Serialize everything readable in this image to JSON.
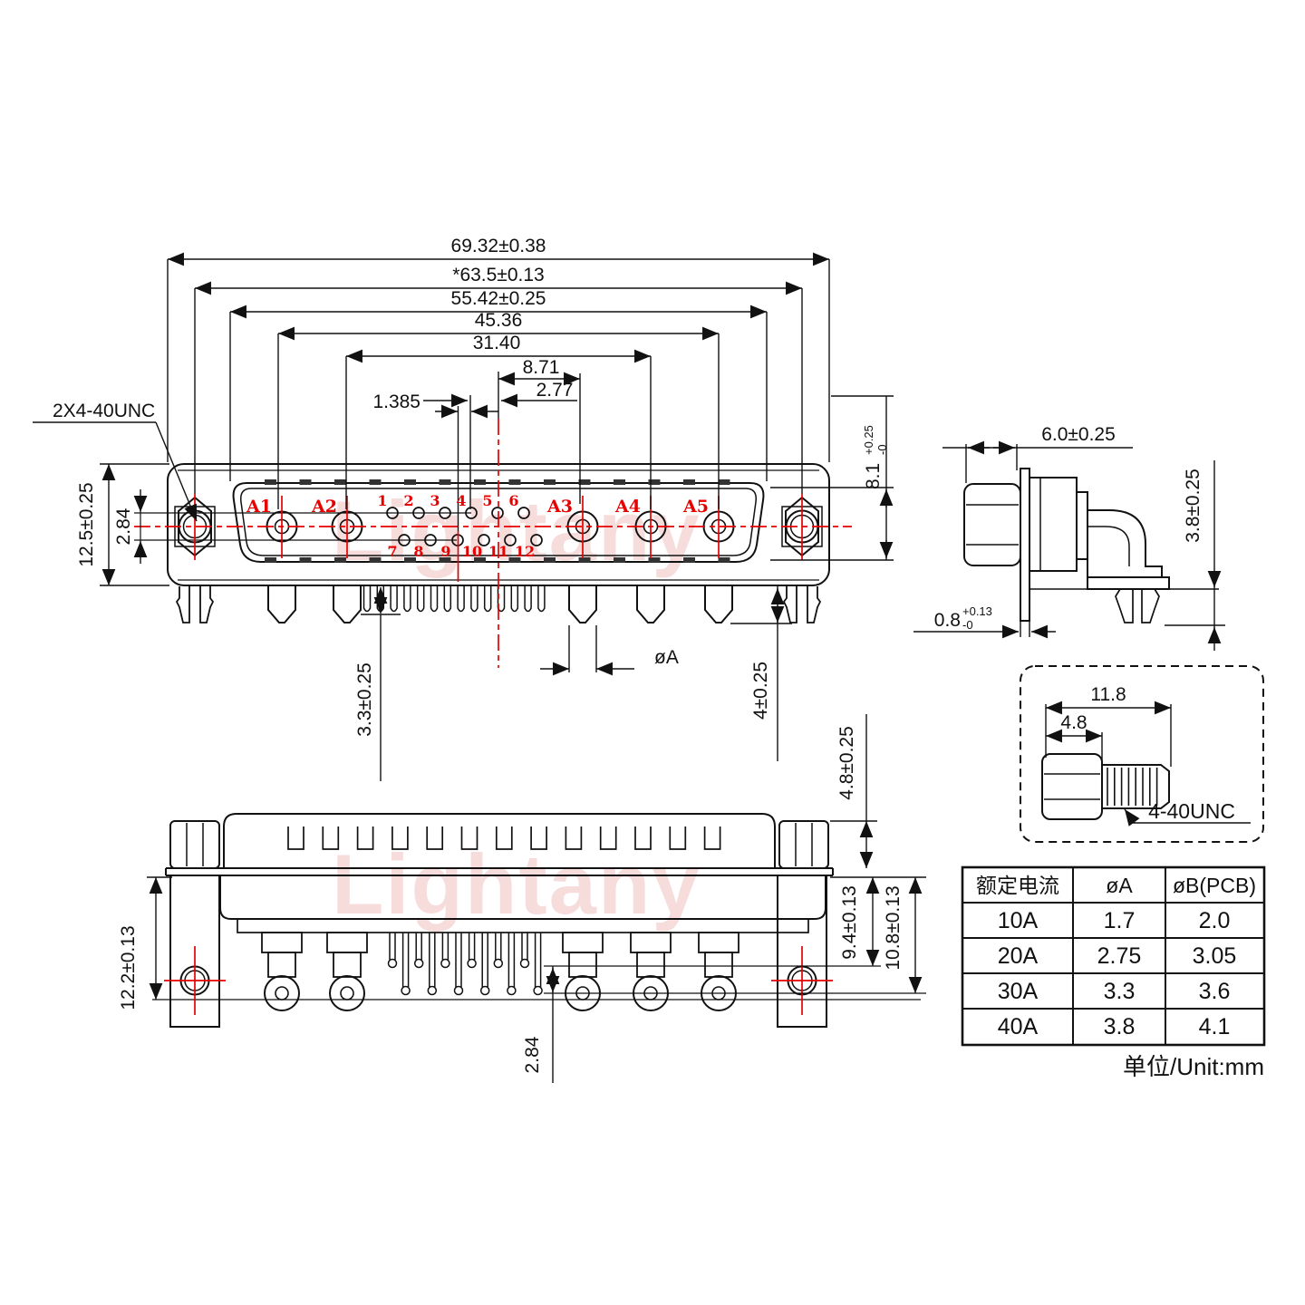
{
  "watermark": {
    "text": "Lightany"
  },
  "front_view": {
    "thread_note": "2X4-40UNC",
    "dims": {
      "overall_width": "69.32±0.38",
      "mount_span": "*63.5±0.13",
      "shroud_width": "55.42±0.25",
      "span_a1_a5": "45.36",
      "span_a2_a4": "31.40",
      "center_to_a3": "8.71",
      "pin_pitch": "2.77",
      "half_pitch": "1.385",
      "flange_height": "12.5±0.25",
      "row_spacing": "2.84",
      "signal_pin_length": "3.3±0.25",
      "power_pin_length": "4±0.25",
      "pin_diameter": "øA",
      "shroud_height": "8.1",
      "shroud_height_tol_plus": "+0.25",
      "shroud_height_tol_minus": "-0"
    },
    "coax_labels": [
      "A1",
      "A2",
      "A3",
      "A4",
      "A5"
    ],
    "pin_numbers_top": [
      "1",
      "2",
      "3",
      "4",
      "5",
      "6"
    ],
    "pin_numbers_bottom": [
      "7",
      "8",
      "9",
      "10",
      "11",
      "12"
    ]
  },
  "side_view": {
    "dims": {
      "depth": "6.0±0.25",
      "peg_length": "3.8±0.25",
      "flange_thickness": "0.8",
      "flange_thickness_tol_plus": "+0.13",
      "flange_thickness_tol_minus": "-0"
    }
  },
  "bottom_view": {
    "dims": {
      "bracket_height": "12.2±0.13",
      "standoff_height": "4.8±0.25",
      "short_pin_reach": "9.4±0.13",
      "long_pin_reach": "10.8±0.13",
      "row_offset": "2.84"
    }
  },
  "screw_detail": {
    "total_length": "11.8",
    "head_length": "4.8",
    "thread_spec": "4-40UNC"
  },
  "table": {
    "headers": [
      "额定电流",
      "øA",
      "øB(PCB)"
    ],
    "rows": [
      [
        "10A",
        "1.7",
        "2.0"
      ],
      [
        "20A",
        "2.75",
        "3.05"
      ],
      [
        "30A",
        "3.3",
        "3.6"
      ],
      [
        "40A",
        "3.8",
        "4.1"
      ]
    ],
    "unit_note": "单位/Unit:mm"
  },
  "colors": {
    "line": "#111111",
    "centerline": "#e60000",
    "watermark": "#e89b9b"
  }
}
